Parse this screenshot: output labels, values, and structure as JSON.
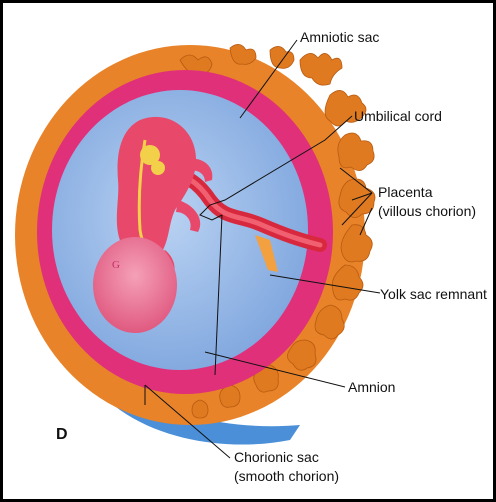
{
  "panel_letter": "D",
  "labels": {
    "amniotic_sac": "Amniotic sac",
    "umbilical_cord": "Umbilical cord",
    "placenta_line1": "Placenta",
    "placenta_line2": "(villous chorion)",
    "yolk_sac_remnant": "Yolk sac remnant",
    "amnion": "Amnion",
    "chorionic_sac_line1": "Chorionic sac",
    "chorionic_sac_line2": "(smooth chorion)"
  },
  "colors": {
    "chorion_orange": "#E8832A",
    "villi_orange": "#E07A20",
    "amnion_magenta": "#E0307A",
    "amniotic_fluid_blue": "#8FB4E6",
    "outer_blue": "#4A8FD8",
    "embryo_red": "#E8486A",
    "yolk_yellow": "#F2D04A"
  }
}
